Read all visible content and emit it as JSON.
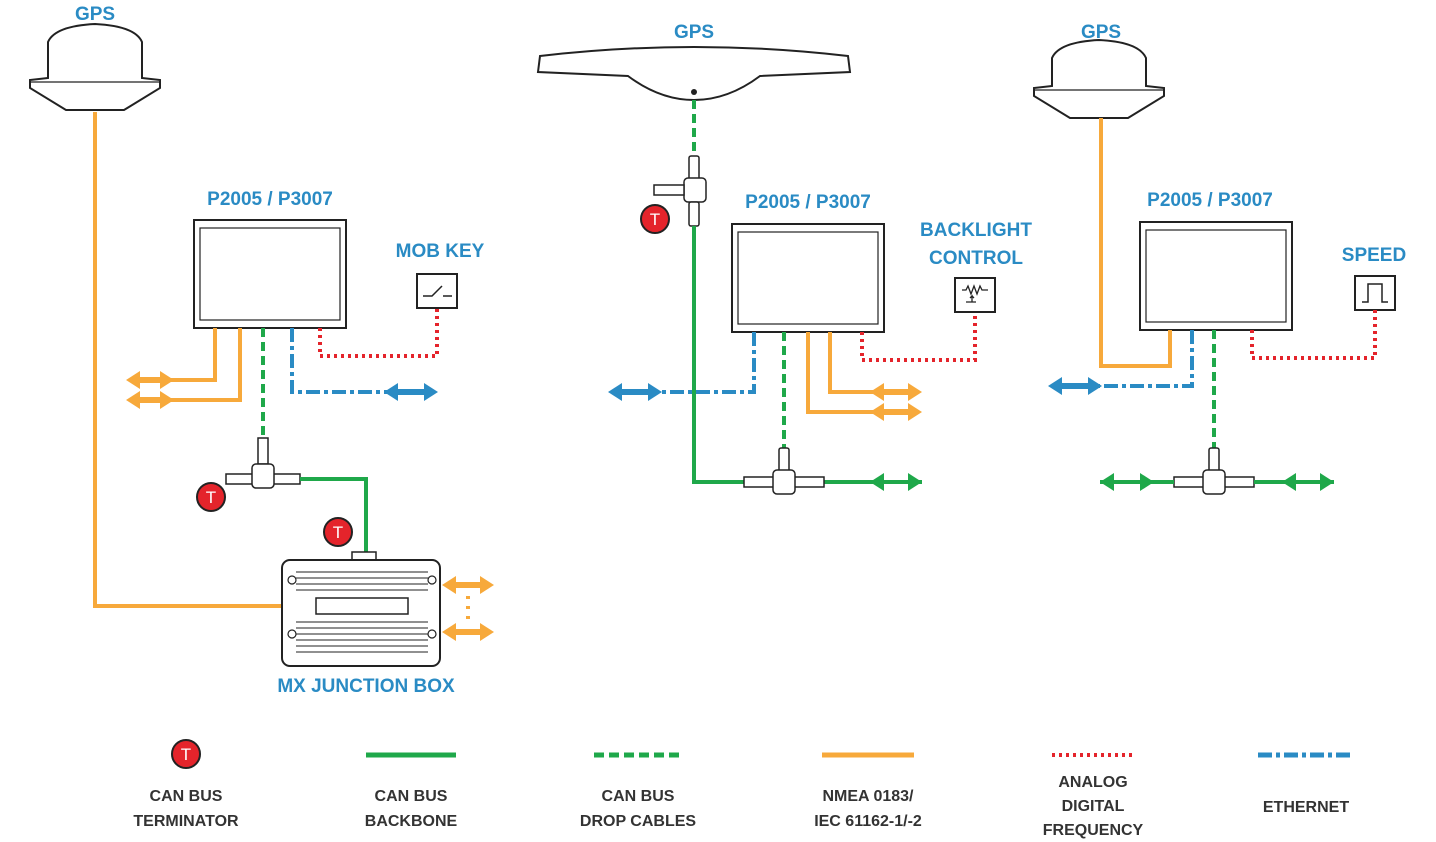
{
  "colors": {
    "nmea": "#f7a93b",
    "backbone": "#1fa84a",
    "drop": "#1fa84a",
    "analog": "#e4242b",
    "ethernet": "#2a8bc4",
    "label": "#2a8bc4",
    "legend_text": "#333333",
    "device_stroke": "#222222",
    "terminator": "#e4242b"
  },
  "labels": {
    "gps_1": "GPS",
    "gps_2": "GPS",
    "gps_3": "GPS",
    "display_1": "P2005 / P3007",
    "display_2": "P2005 / P3007",
    "display_3": "P2005 / P3007",
    "mob_key": "MOB KEY",
    "backlight_line1": "BACKLIGHT",
    "backlight_line2": "CONTROL",
    "speed": "SPEED",
    "junction_box": "MX JUNCTION BOX"
  },
  "terminator_glyph": "T",
  "legend": {
    "terminator": [
      "CAN BUS",
      "TERMINATOR"
    ],
    "backbone": [
      "CAN BUS",
      "BACKBONE"
    ],
    "drop": [
      "CAN BUS",
      "DROP CABLES"
    ],
    "nmea": [
      "NMEA 0183/",
      "IEC 61162-1/-2"
    ],
    "analog": [
      "ANALOG",
      "DIGITAL",
      "FREQUENCY"
    ],
    "ethernet": [
      "ETHERNET"
    ]
  }
}
